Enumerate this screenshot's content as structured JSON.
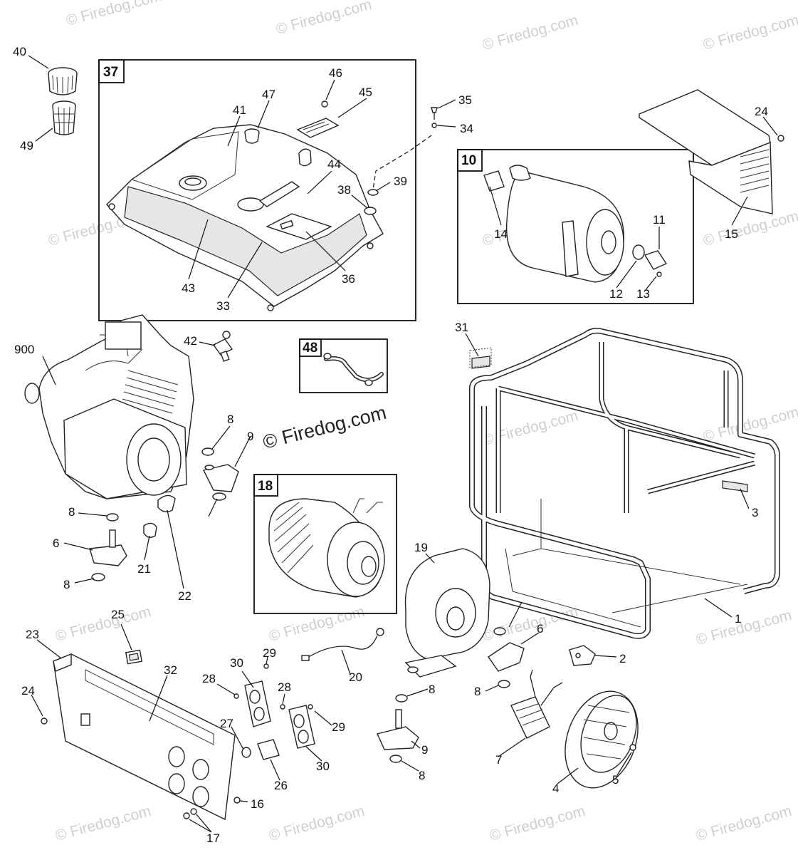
{
  "watermark": "© Firedog.com",
  "kits": [
    {
      "label": "37"
    },
    {
      "label": "10"
    },
    {
      "label": "48"
    },
    {
      "label": "18"
    }
  ],
  "callouts": [
    "40",
    "49",
    "46",
    "47",
    "45",
    "41",
    "44",
    "38",
    "39",
    "35",
    "34",
    "24",
    "43",
    "33",
    "36",
    "14",
    "11",
    "12",
    "13",
    "15",
    "900",
    "42",
    "31",
    "8",
    "9",
    "3",
    "8",
    "6",
    "21",
    "22",
    "8",
    "19",
    "1",
    "25",
    "23",
    "32",
    "24",
    "29",
    "30",
    "28",
    "28",
    "20",
    "8",
    "6",
    "2",
    "8",
    "27",
    "29",
    "30",
    "9",
    "26",
    "7",
    "8",
    "4",
    "5",
    "16",
    "17"
  ]
}
